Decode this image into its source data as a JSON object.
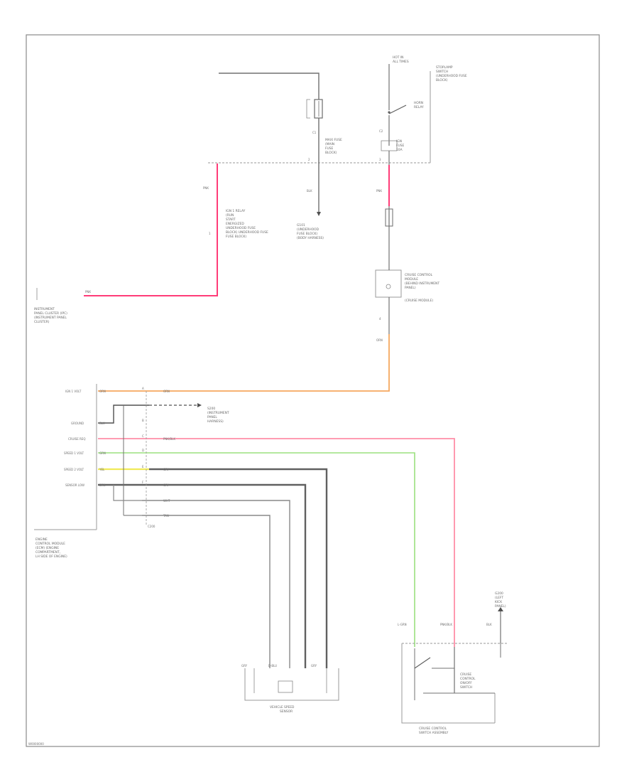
{
  "footer_code": "W0000000",
  "colors": {
    "pink": "#ff3c78",
    "pink_light": "#ff8fa8",
    "orange": "#f6a85f",
    "green": "#9be07e",
    "yellow": "#f0ea58",
    "gray": "#707070",
    "black": "#202020",
    "frame": "#888888"
  },
  "components": {
    "hot_in_run": [
      "HOT IN",
      "ALL TIMES"
    ],
    "stoplamp_switch": [
      "STOPLAMP",
      "SWITCH",
      "(UNDERHOOD FUSE",
      "BLOCK)"
    ],
    "horn_relay_box": [
      "HORN",
      "RELAY"
    ],
    "fuse_block_top": [
      "MAXI FUSE",
      "(MAIN"
    ],
    "fuse_block": [
      "FUSE",
      "BLOCK)"
    ],
    "ign_fuse": [
      "IGN",
      "FUSE",
      "10A"
    ],
    "ground_left": [
      "G101",
      "(UNDERHOOD",
      "FUSE BLOCK)",
      "(BODY HARNESS)"
    ],
    "relay_label": [
      "IGN 1 RELAY",
      "(RUN",
      "START",
      "ENERGIZED",
      "UNDERHOOD FUSE",
      "BLOCK) UNDERHOOD FUSE",
      "FUSE BLOCK)"
    ],
    "instrument_cluster": [
      "INSTRUMENT",
      "PANEL CLUSTER (IPC)",
      "(INSTRUMENT PANEL",
      "CLUSTER)"
    ],
    "cruise_module": [
      "CRUISE CONTROL",
      "MODULE",
      "(BEHIND INSTRUMENT",
      "PANEL)",
      "(CRUISE MODULE)"
    ],
    "ecm": [
      "ENGINE",
      "CONTROL MODULE",
      "(ECM) (ENGINE",
      "COMPARTMENT,",
      "LH SIDE OF ENGINE)"
    ],
    "speed_sensor": [
      "VEHICLE SPEED",
      "SENSOR"
    ],
    "cruise_switch": [
      "CRUISE CONTROL",
      "SWITCH ASSEMBLY"
    ],
    "ground_right": [
      "G200",
      "(LEFT",
      "KICK",
      "PANEL)"
    ],
    "switch_block": [
      "CRUISE",
      "CONTROL",
      "ON/OFF",
      "SWITCH"
    ],
    "splice": [
      "S200",
      "(INSTRUMENT",
      "PANEL",
      "HARNESS)"
    ]
  },
  "pins": {
    "ecm": [
      "IGN 1 VOLT",
      "GROUND",
      "CRUISE REQ",
      "SPEED 1 VOLT",
      "SPEED 2 VOLT",
      "SENSOR LOW"
    ],
    "wire_codes": [
      "PNK",
      "BLK",
      "BLK/WHT",
      "ORN",
      "GRY",
      "PNK/BLK",
      "GRN",
      "YEL",
      "BRN",
      "WHT",
      "L-GRN",
      "D-BLU",
      "TAN"
    ],
    "connector_pins": [
      "A",
      "B",
      "C",
      "D",
      "E",
      "F",
      "1",
      "2",
      "3",
      "4",
      "C1",
      "C2",
      "C200"
    ]
  }
}
